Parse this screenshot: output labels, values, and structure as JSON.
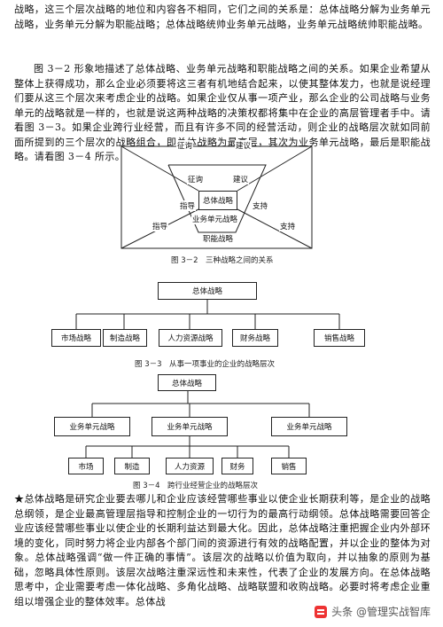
{
  "paragraphs": {
    "p1": "战略，这三个层次战略的地位和内容各不相同，它们之间的关系是：总体战略分解为业务单元战略，业务单元分解为职能战略；总体战略统帅业务单元战略，业务单元战略统帅职能战略。",
    "p2": "图 3－2 形象地描述了总体战略、业务单元战略和职能战略之间的关系。如果企业希望从整体上获得成功，那么企业必须要将这三者有机地结合起来，以使其整体发力，也就是说经理们要从这三个层次来考虑企业的战略。如果企业仅从事一项产业，那么企业的公司战略与业务单元的战略就是一样的，也就是说这两种战略的决策权都将集中在企业的高层管理者手中。请看图 3－3。如果企业跨行业经营，而且有许多不同的经营活动，则企业的战略层次就如同前面所提到的三个层次的战略组合，即总体战略为最高层，其次为业务单元战略，最后是职能战略。请看图 3－4 所示。",
    "p3": "★总体战略是研究企业要去哪儿和企业应该经营哪些事业以使企业长期获利等，是企业的战略总纲领，是企业最高管理层指导和控制企业的一切行为的最高行动纲领。总体战略需要回答企业应该经营哪些事业以使企业的长期利益达到最大化。因此，总体战略注重把握企业内外部环境的变化，同时努力将企业内部各个部门间的资源进行有效的战略配置，并以企业的整体为对象。总体战略强调“做一件正确的事情”。该层次的战略以价值为取向，并以抽象的原则为基础，忽略具体性原则。该层次战略注重深远性和未来性，代表了企业的发展方向。在总体战略思考中，企业需要考虑一体化战略、多角化战略、战略联盟和收购战略。必要时将考虑企业重组以增强企业的整体效率。总体战"
  },
  "fig2": {
    "caption": "图 3－2　三种战略之间的关系",
    "label_zhengxun_outer": "征询",
    "label_jianyi_outer": "建议",
    "label_zhengxun_inner": "征询",
    "label_jianyi_inner": "建议",
    "label_zhidao_inner": "指导",
    "label_zhichi_inner": "支持",
    "label_zhidao_outer": "指导",
    "label_zhichi_outer": "支持",
    "box_total": "总体战略",
    "box_business": "业务单元战略",
    "box_functional": "职能战略"
  },
  "fig3": {
    "caption": "图 3－3　从事一项事业的企业的战略层次",
    "top": "总体战略",
    "children": [
      "市场战略",
      "制造战略",
      "人力资源战略",
      "财务战略",
      "销售战略"
    ]
  },
  "fig4": {
    "caption": "图 3－4　跨行业经营企业的战略层次",
    "top": "总体战略",
    "middle": [
      "业务单元战略",
      "业务单元战略",
      "业务单元战略"
    ],
    "bottom": [
      "市场",
      "制造",
      "人力资源",
      "财务",
      "销售"
    ]
  },
  "watermark": {
    "text": "头条 @管理实战智库"
  }
}
